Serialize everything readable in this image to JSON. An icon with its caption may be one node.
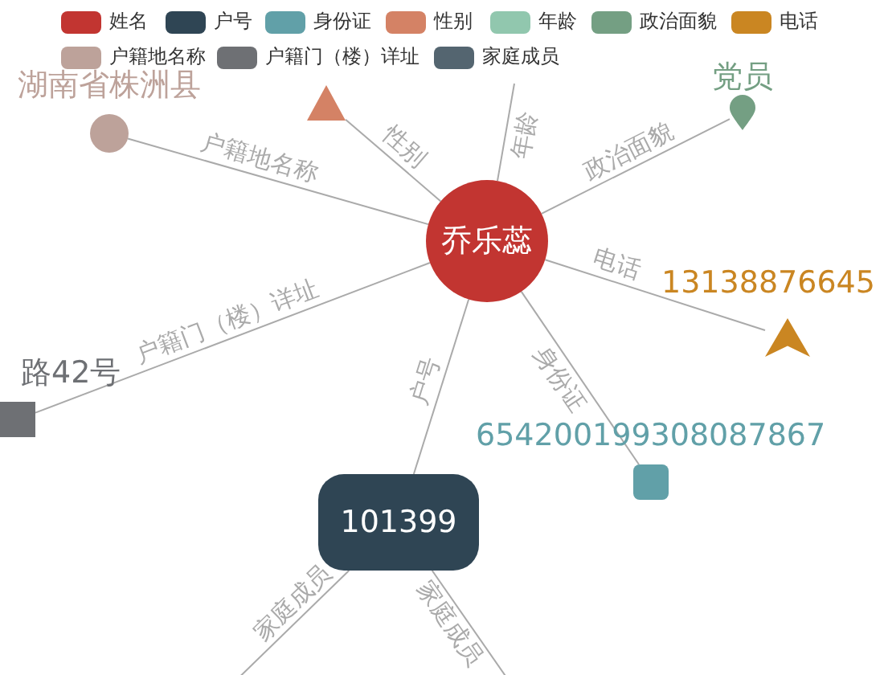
{
  "diagram": {
    "nodes": [
      {
        "text": [
          "乔乐蕊"
        ]
      },
      {
        "text": [
          "湖南省株洲县"
        ]
      },
      {
        "text": [
          "路42号"
        ]
      },
      {
        "text": [
          "101399"
        ]
      },
      {
        "text": [
          "654200199308087867"
        ]
      },
      {
        "text": [
          "13138876645"
        ]
      },
      {
        "text": [
          "党员"
        ]
      },
      {
        "text": [],
        "shape": "triangle"
      }
    ],
    "edges": [
      {
        "from": 0,
        "to": 1,
        "arrow": "none",
        "label": "户籍地名称"
      },
      {
        "from": 0,
        "to": 7,
        "arrow": "none",
        "label": "性别"
      },
      {
        "from": 0,
        "to": null,
        "arrow": "none",
        "label": "年龄"
      },
      {
        "from": 0,
        "to": 6,
        "arrow": "none",
        "label": "政治面貌"
      },
      {
        "from": 0,
        "to": 5,
        "arrow": "none",
        "label": "电话"
      },
      {
        "from": 0,
        "to": 4,
        "arrow": "none",
        "label": "身份证"
      },
      {
        "from": 0,
        "to": 3,
        "arrow": "none",
        "label": "户号"
      },
      {
        "from": 0,
        "to": 2,
        "arrow": "none",
        "label": "户籍门（楼）详址"
      },
      {
        "from": 3,
        "to": null,
        "arrow": "none",
        "label": "家庭成员"
      },
      {
        "from": 3,
        "to": null,
        "arrow": "none",
        "label": "家庭成员"
      }
    ],
    "legend": [
      {
        "text": "姓名",
        "color": "#c23531"
      },
      {
        "text": "户号",
        "color": "#2f4554"
      },
      {
        "text": "身份证",
        "color": "#61a0a8"
      },
      {
        "text": "性别",
        "color": "#d48265"
      },
      {
        "text": "年龄",
        "color": "#91c7ae"
      },
      {
        "text": "政治面貌",
        "color": "#749f83"
      },
      {
        "text": "电话",
        "color": "#ca8622"
      },
      {
        "text": "户籍地名称",
        "color": "#bda29a"
      },
      {
        "text": "户籍门（楼）详址",
        "color": "#6e7074"
      },
      {
        "text": "家庭成员",
        "color": "#546570"
      }
    ]
  }
}
